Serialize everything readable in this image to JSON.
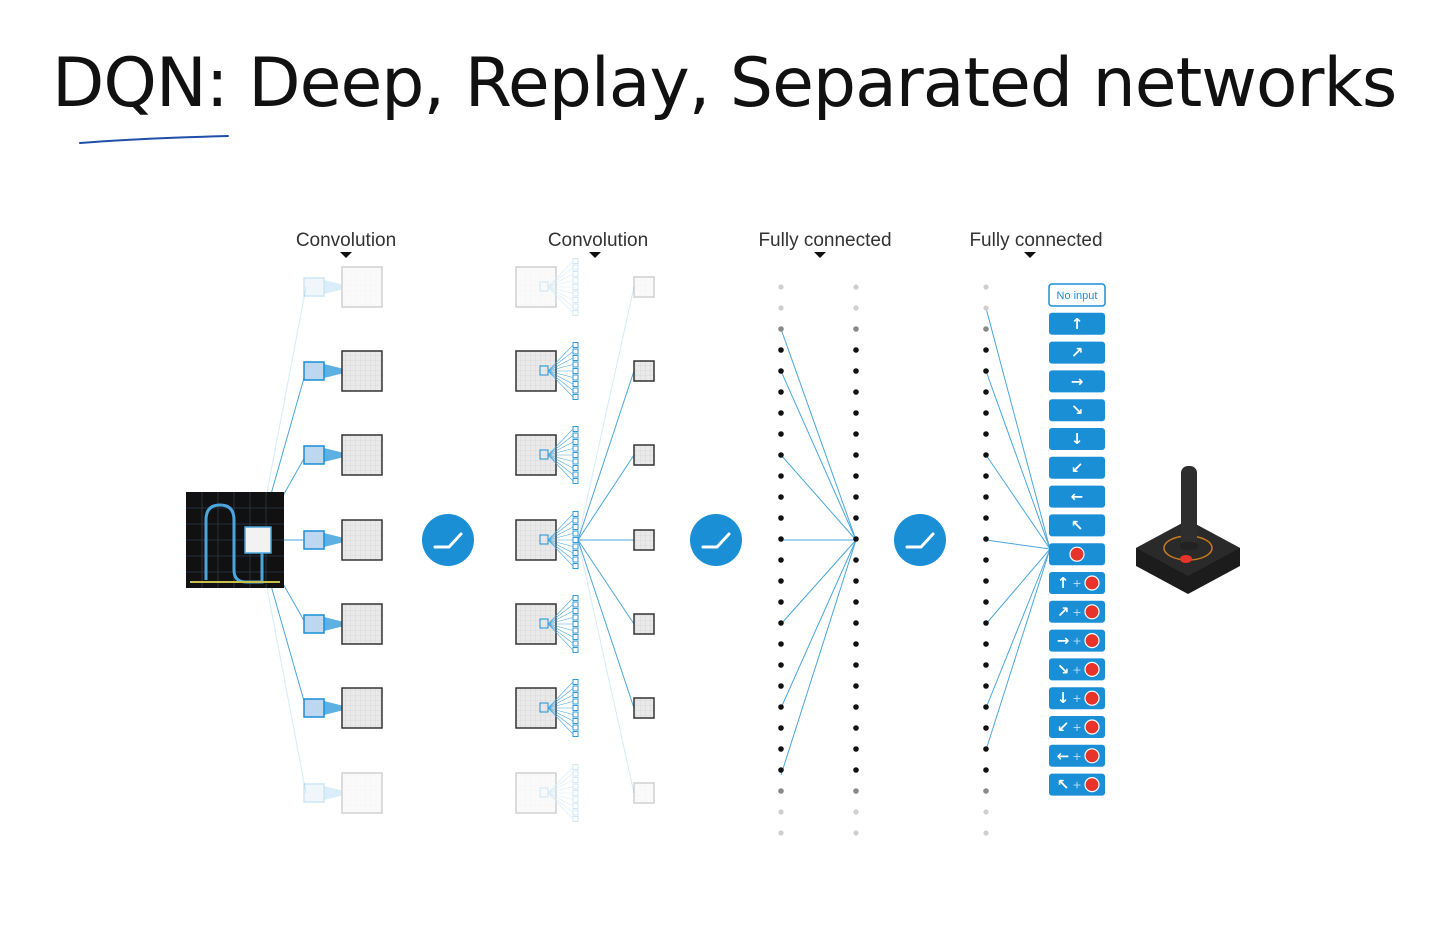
{
  "slide": {
    "title": "DQN: Deep, Replay, Separated networks"
  },
  "diagram": {
    "layers": [
      {
        "label": "Convolution"
      },
      {
        "label": "Convolution"
      },
      {
        "label": "Fully connected"
      },
      {
        "label": "Fully connected"
      }
    ],
    "activation_icon": "relu-activation-icon",
    "output_actions": [
      {
        "label": "No input",
        "icon": "none"
      },
      {
        "icon": "arrow-up"
      },
      {
        "icon": "arrow-up-right"
      },
      {
        "icon": "arrow-right"
      },
      {
        "icon": "arrow-down-right"
      },
      {
        "icon": "arrow-down"
      },
      {
        "icon": "arrow-down-left"
      },
      {
        "icon": "arrow-left"
      },
      {
        "icon": "arrow-up-left"
      },
      {
        "icon": "fire"
      },
      {
        "icon": "arrow-up+fire"
      },
      {
        "icon": "arrow-up-right+fire"
      },
      {
        "icon": "arrow-right+fire"
      },
      {
        "icon": "arrow-down-right+fire"
      },
      {
        "icon": "arrow-down+fire"
      },
      {
        "icon": "arrow-down-left+fire"
      },
      {
        "icon": "arrow-left+fire"
      },
      {
        "icon": "arrow-up-left+fire"
      }
    ],
    "colors": {
      "accent_blue": "#1a8fd6",
      "connection_blue": "#4aa6dc",
      "fire_red": "#e8332a",
      "node_black": "#111111",
      "node_grey": "#bbbbbb",
      "input_frame_bg": "#111111",
      "joystick_body": "#2a2a2a"
    }
  }
}
